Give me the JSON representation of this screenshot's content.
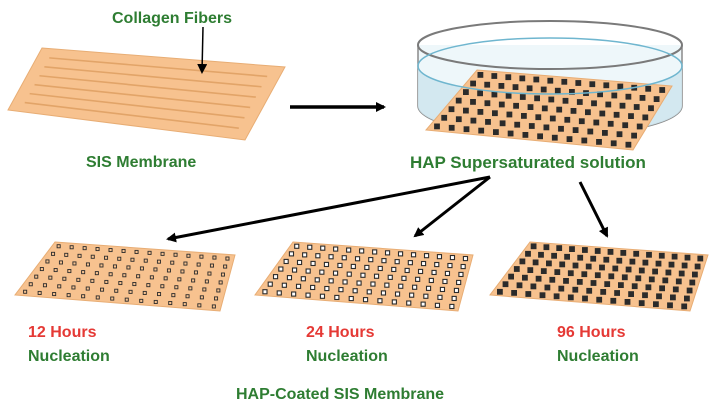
{
  "labels": {
    "collagen_fibers": "Collagen Fibers",
    "sis_membrane": "SIS Membrane",
    "hap_solution": "HAP Supersaturated solution",
    "coated_membrane": "HAP-Coated SIS Membrane"
  },
  "stages": [
    {
      "time": "12 Hours",
      "process": "Nucleation",
      "crystal_level": 0.2
    },
    {
      "time": "24 Hours",
      "process": "Nucleation",
      "crystal_level": 0.5
    },
    {
      "time": "96 Hours",
      "process": "Nucleation",
      "crystal_level": 1.0
    }
  ],
  "colors": {
    "membrane": "#f7c28f",
    "fiber": "#e2a468",
    "text_green": "#2e7d32",
    "text_red": "#e53935",
    "crystal": "#2b2b2b",
    "solution": "#cfe6ee",
    "arrow": "#000000"
  }
}
